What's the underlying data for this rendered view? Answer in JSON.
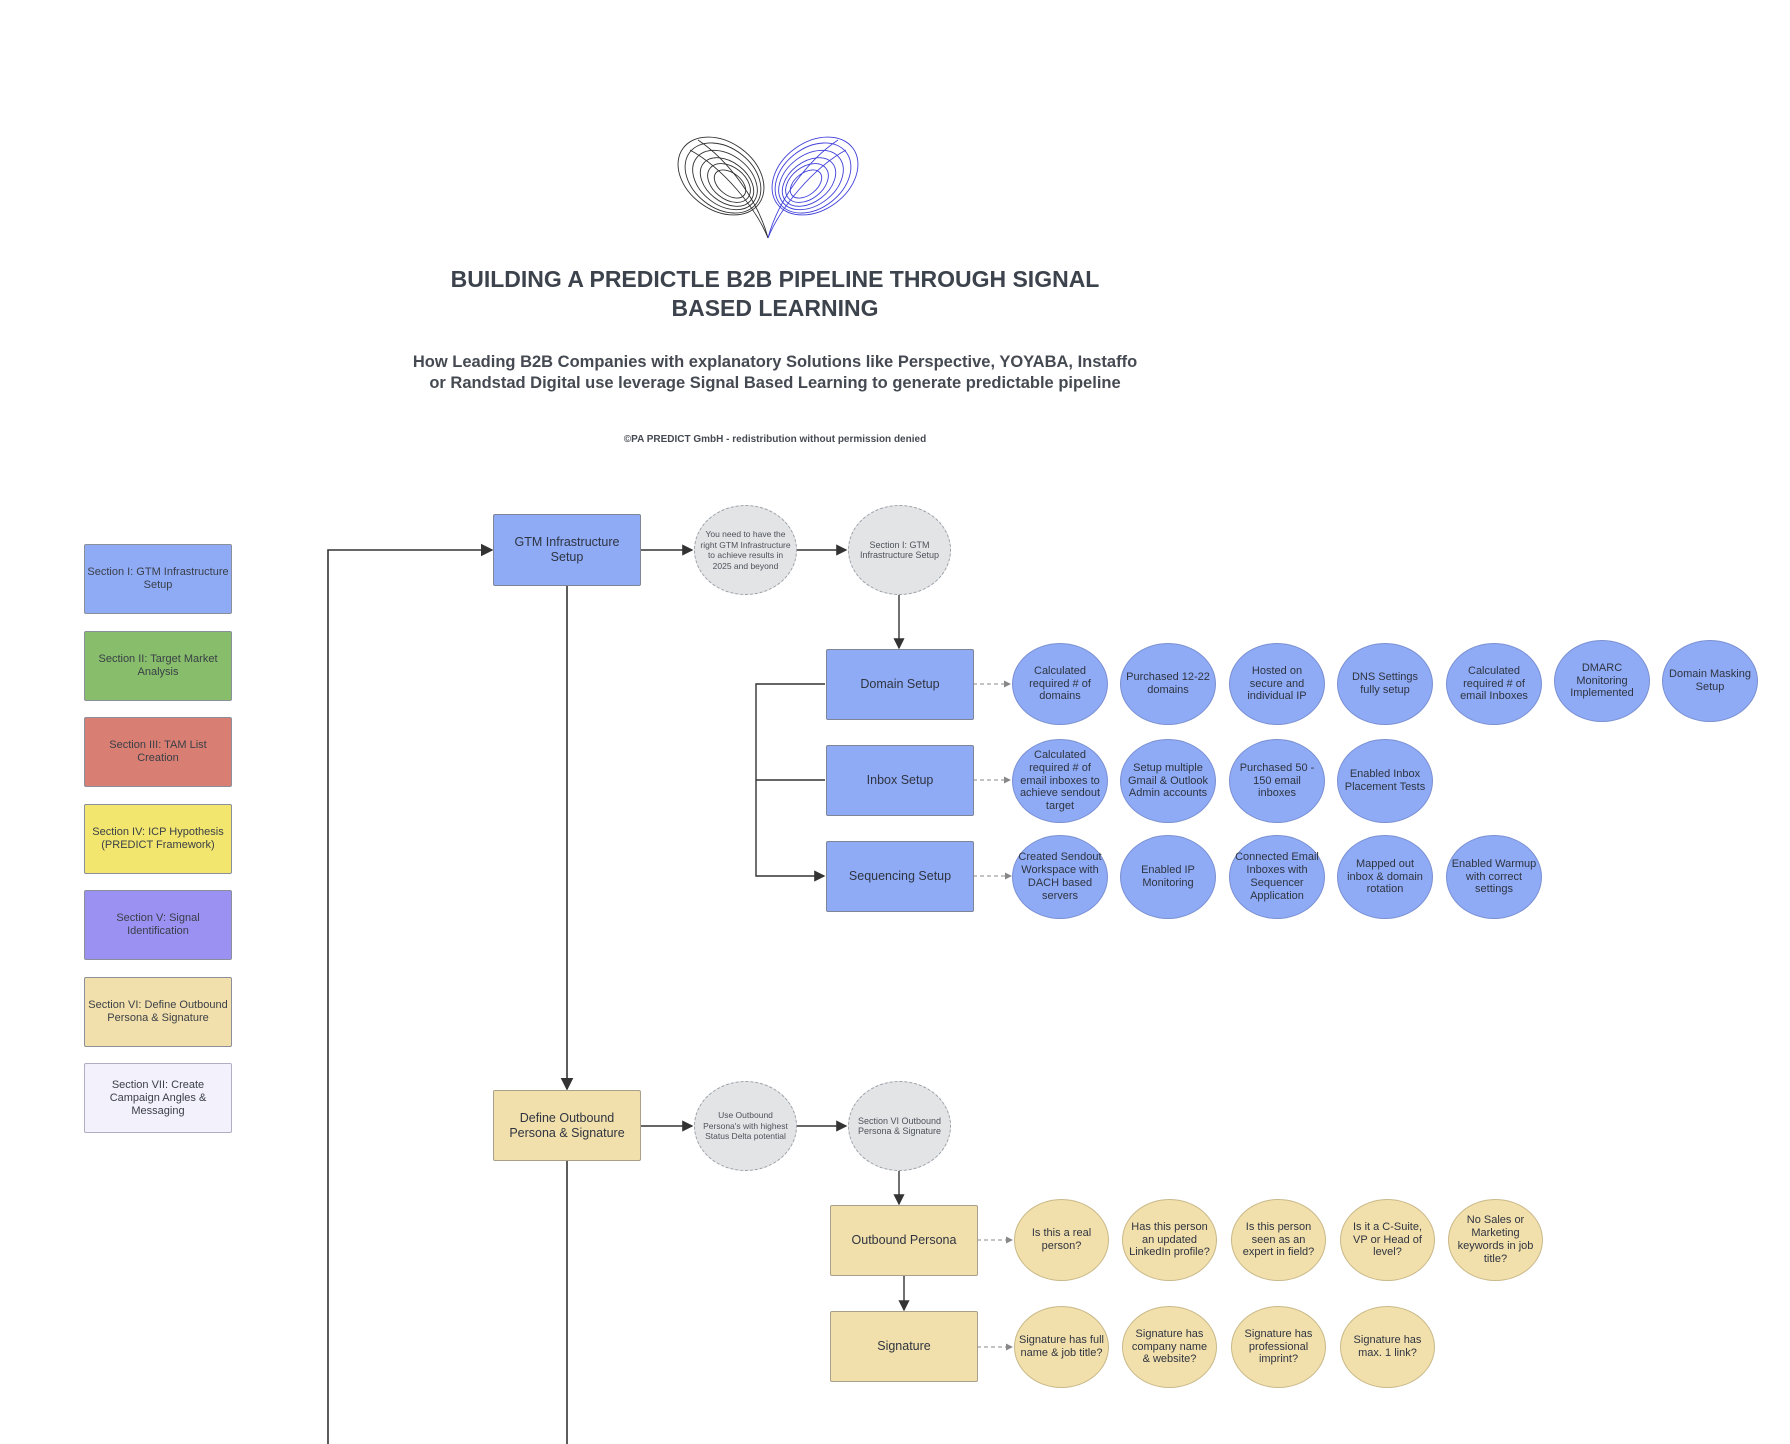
{
  "header": {
    "title": "BUILDING A PREDICTLE B2B PIPELINE THROUGH SIGNAL BASED LEARNING",
    "subtitle": "How Leading B2B Companies with explanatory Solutions like Perspective, YOYABA, Instaffo or Randstad Digital use leverage Signal Based Learning to generate predictable pipeline",
    "copyright": "©PA PREDICT GmbH - redistribution without permission denied"
  },
  "logo": {
    "icon": "lorenz-butterfly-icon",
    "colors": [
      "#1a1a1a",
      "#2b2bd6"
    ]
  },
  "colors": {
    "blue": "#8fabf6",
    "green": "#87bd6b",
    "red": "#d87e72",
    "yellow": "#f2e66e",
    "purple": "#9b91f2",
    "sand": "#f2e0ac",
    "lavender": "#f3f1fb",
    "note": "#e3e4e6"
  },
  "legend": [
    {
      "label": "Section I: GTM Infrastructure Setup",
      "color": "#8fabf6"
    },
    {
      "label": "Section II: Target Market Analysis",
      "color": "#87bd6b"
    },
    {
      "label": "Section III: TAM List Creation",
      "color": "#d87e72"
    },
    {
      "label": "Section IV: ICP Hypothesis (PREDICT Framework)",
      "color": "#f2e66e"
    },
    {
      "label": "Section V: Signal Identification",
      "color": "#9b91f2"
    },
    {
      "label": "Section VI: Define Outbound Persona & Signature",
      "color": "#f2e0ac"
    },
    {
      "label": "Section VII: Create Campaign Angles & Messaging",
      "color": "#f3f1fb"
    }
  ],
  "gtm": {
    "box": "GTM Infrastructure Setup",
    "note": "You need to have the right GTM Infrastructure to achieve results in 2025 and beyond",
    "section": "Section I: GTM Infrastructure Setup",
    "rows": [
      {
        "label": "Domain Setup",
        "items": [
          "Calculated required # of domains",
          "Purchased 12-22 domains",
          "Hosted on secure and individual IP",
          "DNS Settings fully setup",
          "Calculated required # of email Inboxes",
          "DMARC Monitoring Implemented",
          "Domain Masking Setup"
        ]
      },
      {
        "label": "Inbox Setup",
        "items": [
          "Calculated required # of email inboxes to achieve sendout target",
          "Setup multiple Gmail & Outlook Admin accounts",
          "Purchased 50 - 150 email inboxes",
          "Enabled Inbox Placement Tests"
        ]
      },
      {
        "label": "Sequencing Setup",
        "items": [
          "Created Sendout Workspace with DACH based servers",
          "Enabled IP Monitoring",
          "Connected Email Inboxes with Sequencer Application",
          "Mapped out inbox & domain rotation",
          "Enabled Warmup with correct settings"
        ]
      }
    ]
  },
  "persona": {
    "box": "Define Outbound Persona & Signature",
    "note": "Use Outbound Persona's with highest Status Delta potential",
    "section": "Section VI Outbound Persona & Signature",
    "rows": [
      {
        "label": "Outbound Persona",
        "items": [
          "Is this a real person?",
          "Has this person an updated LinkedIn profile?",
          "Is this person seen as an expert in field?",
          "Is it a C-Suite, VP or Head of level?",
          "No Sales or Marketing keywords in job title?"
        ]
      },
      {
        "label": "Signature",
        "items": [
          "Signature has full name & job title?",
          "Signature has company name & website?",
          "Signature has professional imprint?",
          "Signature has max. 1 link?"
        ]
      }
    ]
  }
}
